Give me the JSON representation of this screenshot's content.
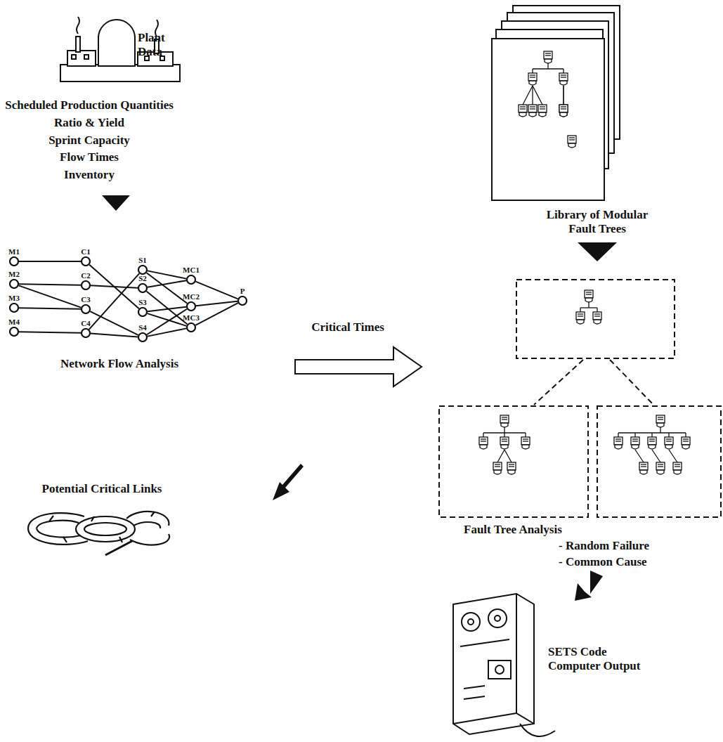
{
  "diagram": {
    "nodes": [
      {
        "text": [
          "M1"
        ]
      },
      {
        "text": [
          "M2"
        ]
      },
      {
        "text": [
          "M3"
        ]
      },
      {
        "text": [
          "M4"
        ]
      },
      {
        "text": [
          "C1"
        ]
      },
      {
        "text": [
          "C2"
        ]
      },
      {
        "text": [
          "C3"
        ]
      },
      {
        "text": [
          "C4"
        ]
      },
      {
        "text": [
          "S1"
        ]
      },
      {
        "text": [
          "S2"
        ]
      },
      {
        "text": [
          "S3"
        ]
      },
      {
        "text": [
          "S4"
        ]
      },
      {
        "text": [
          "MC1"
        ]
      },
      {
        "text": [
          "MC2"
        ]
      },
      {
        "text": [
          "MC3"
        ]
      },
      {
        "text": [
          "P"
        ]
      }
    ],
    "edges": [
      {
        "from": 0,
        "to": 4,
        "arrow": "none"
      },
      {
        "from": 1,
        "to": 5,
        "arrow": "none"
      },
      {
        "from": 1,
        "to": 6,
        "arrow": "none"
      },
      {
        "from": 2,
        "to": 6,
        "arrow": "none"
      },
      {
        "from": 3,
        "to": 7,
        "arrow": "none"
      },
      {
        "from": 4,
        "to": 10,
        "arrow": "none"
      },
      {
        "from": 5,
        "to": 9,
        "arrow": "none"
      },
      {
        "from": 6,
        "to": 11,
        "arrow": "none"
      },
      {
        "from": 7,
        "to": 8,
        "arrow": "none"
      },
      {
        "from": 7,
        "to": 11,
        "arrow": "none"
      },
      {
        "from": 8,
        "to": 12,
        "arrow": "none"
      },
      {
        "from": 8,
        "to": 13,
        "arrow": "none"
      },
      {
        "from": 9,
        "to": 12,
        "arrow": "none"
      },
      {
        "from": 9,
        "to": 14,
        "arrow": "none"
      },
      {
        "from": 10,
        "to": 13,
        "arrow": "none"
      },
      {
        "from": 10,
        "to": 14,
        "arrow": "none"
      },
      {
        "from": 11,
        "to": 13,
        "arrow": "none"
      },
      {
        "from": 11,
        "to": 14,
        "arrow": "none"
      },
      {
        "from": 12,
        "to": 15,
        "arrow": "none"
      },
      {
        "from": 13,
        "to": 15,
        "arrow": "none"
      },
      {
        "from": 14,
        "to": 15,
        "arrow": "none"
      }
    ],
    "labels": [
      "Plant Data",
      "Scheduled Production Quantities",
      "Ratio & Yield",
      "Sprint Capacity",
      "Flow Times",
      "Inventory",
      "Network Flow Analysis",
      "Critical Times",
      "Library of Modular Fault Trees",
      "Fault Tree Analysis",
      "- Random Failure",
      "- Common Cause",
      "SETS Code Computer Output",
      "Potential Critical Links"
    ]
  }
}
